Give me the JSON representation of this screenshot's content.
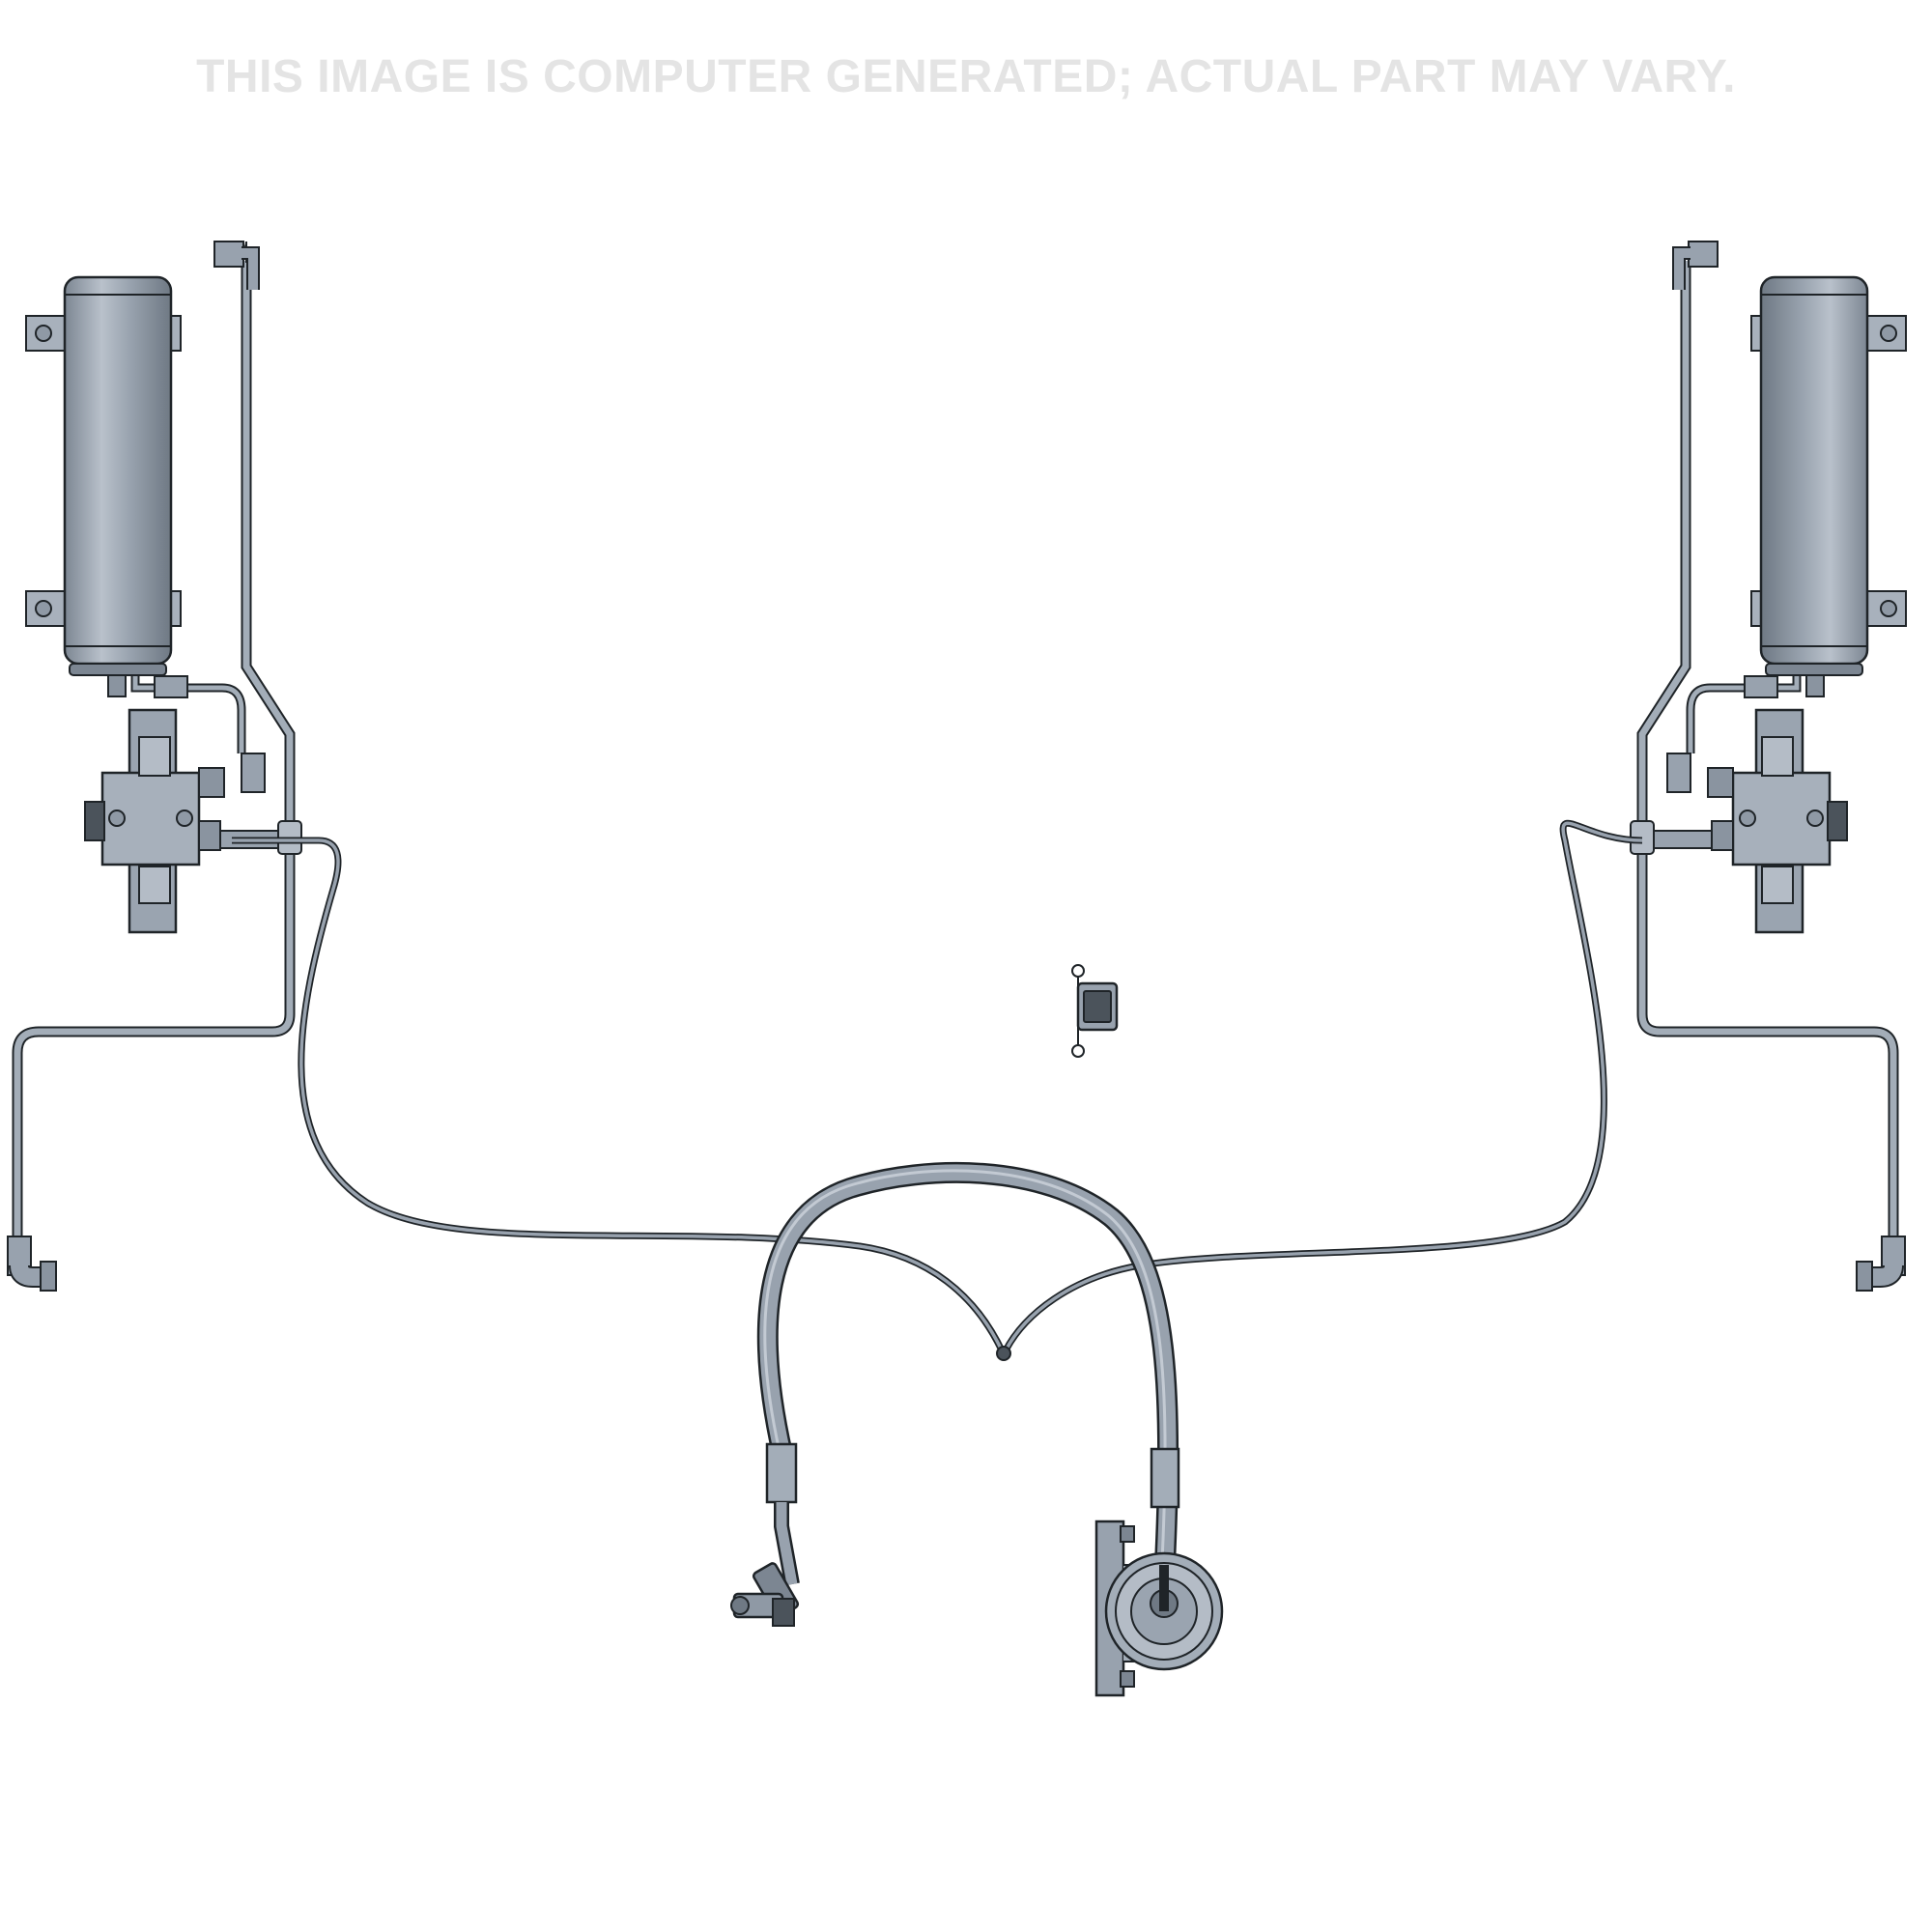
{
  "disclaimer": "THIS IMAGE IS COMPUTER GENERATED; ACTUAL PART MAY VARY.",
  "colors": {
    "background": "#ffffff",
    "disclaimer_text": "#e4e4e4",
    "part_fill": "#98a2ae",
    "part_fill_dark": "#7c8692",
    "part_fill_light": "#c3cad3",
    "outline": "#1f2428"
  },
  "components": [
    {
      "id": "tank-left",
      "icon": "air-tank-icon"
    },
    {
      "id": "tank-right",
      "icon": "air-tank-icon"
    },
    {
      "id": "valve-left",
      "icon": "leveling-valve-icon"
    },
    {
      "id": "valve-right",
      "icon": "leveling-valve-icon"
    },
    {
      "id": "wire-connector",
      "icon": "electrical-connector-icon"
    },
    {
      "id": "main-hose",
      "icon": "flexible-hose-icon"
    },
    {
      "id": "compressor-mount",
      "icon": "pulley-mount-icon"
    },
    {
      "id": "elbow-fitting",
      "icon": "elbow-fitting-icon"
    }
  ]
}
